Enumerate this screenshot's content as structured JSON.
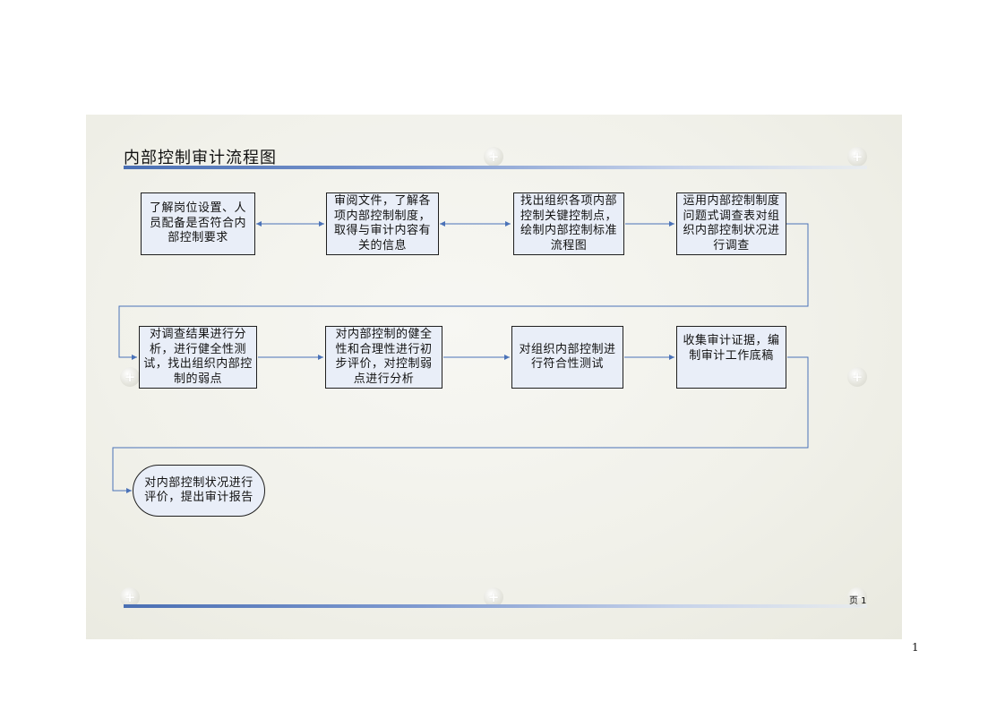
{
  "title": "内部控制审计流程图",
  "steps": [
    "了解岗位设置、人员配备是否符合内部控制要求",
    "审阅文件，了解各项内部控制制度，取得与审计内容有关的信息",
    "找出组织各项内部控制关键控制点，绘制内部控制标准流程图",
    "运用内部控制制度问题式调查表对组织内部控制状况进行调查",
    "对调查结果进行分析，进行健全性测试，找出组织内部控制的弱点",
    "对内部控制的健全性和合理性进行初步评价，对控制弱点进行分析",
    "对组织内部控制进行符合性测试",
    "收集审计证据，编制审计工作底稿",
    "对内部控制状况进行评价，提出审计报告"
  ],
  "footer": {
    "page_label": "页 1",
    "page_number": "1"
  },
  "colors": {
    "box_fill": "#e9eef8",
    "arrow": "#4a72b8",
    "rule": "#4a6fb3"
  }
}
